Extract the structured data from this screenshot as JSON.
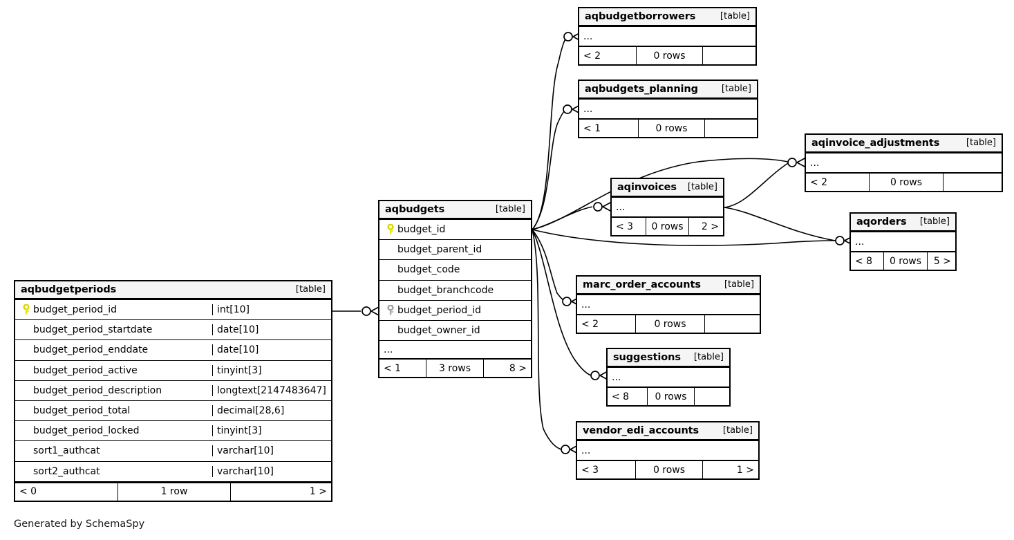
{
  "diagram": {
    "tool": "SchemaSpy",
    "credit": "Generated by SchemaSpy",
    "kind_label": "[table]",
    "ellipsis": "...",
    "colors": {
      "background": "#ffffff",
      "node_border": "#000000",
      "header_fill": "#f5f5f5",
      "primary_key": "#e8e800",
      "foreign_key": "#a0a0a0",
      "edge": "#000000"
    }
  },
  "tables": {
    "aqbudgetperiods": {
      "name": "aqbudgetperiods",
      "kind": "[table]",
      "columns": [
        {
          "key": "primary",
          "name": "budget_period_id",
          "type": "int[10]"
        },
        {
          "key": "none",
          "name": "budget_period_startdate",
          "type": "date[10]"
        },
        {
          "key": "none",
          "name": "budget_period_enddate",
          "type": "date[10]"
        },
        {
          "key": "none",
          "name": "budget_period_active",
          "type": "tinyint[3]"
        },
        {
          "key": "none",
          "name": "budget_period_description",
          "type": "longtext[2147483647]"
        },
        {
          "key": "none",
          "name": "budget_period_total",
          "type": "decimal[28,6]"
        },
        {
          "key": "none",
          "name": "budget_period_locked",
          "type": "tinyint[3]"
        },
        {
          "key": "none",
          "name": "sort1_authcat",
          "type": "varchar[10]"
        },
        {
          "key": "none",
          "name": "sort2_authcat",
          "type": "varchar[10]"
        }
      ],
      "footer": {
        "left": "< 0",
        "center": "1 row",
        "right": "1 >"
      }
    },
    "aqbudgets": {
      "name": "aqbudgets",
      "kind": "[table]",
      "columns": [
        {
          "key": "primary",
          "name": "budget_id",
          "type": ""
        },
        {
          "key": "none",
          "name": "budget_parent_id",
          "type": ""
        },
        {
          "key": "none",
          "name": "budget_code",
          "type": ""
        },
        {
          "key": "none",
          "name": "budget_branchcode",
          "type": ""
        },
        {
          "key": "foreign",
          "name": "budget_period_id",
          "type": ""
        },
        {
          "key": "none",
          "name": "budget_owner_id",
          "type": ""
        }
      ],
      "more": "...",
      "footer": {
        "left": "< 1",
        "center": "3 rows",
        "right": "8 >"
      }
    },
    "aqbudgetborrowers": {
      "name": "aqbudgetborrowers",
      "kind": "[table]",
      "more": "...",
      "footer": {
        "left": "< 2",
        "center": "0 rows",
        "right": ""
      }
    },
    "aqbudgets_planning": {
      "name": "aqbudgets_planning",
      "kind": "[table]",
      "more": "...",
      "footer": {
        "left": "< 1",
        "center": "0 rows",
        "right": ""
      }
    },
    "aqinvoice_adjustments": {
      "name": "aqinvoice_adjustments",
      "kind": "[table]",
      "more": "...",
      "footer": {
        "left": "< 2",
        "center": "0 rows",
        "right": ""
      }
    },
    "aqinvoices": {
      "name": "aqinvoices",
      "kind": "[table]",
      "more": "...",
      "footer": {
        "left": "< 3",
        "center": "0 rows",
        "right": "2 >"
      }
    },
    "aqorders": {
      "name": "aqorders",
      "kind": "[table]",
      "more": "...",
      "footer": {
        "left": "< 8",
        "center": "0 rows",
        "right": "5 >"
      }
    },
    "marc_order_accounts": {
      "name": "marc_order_accounts",
      "kind": "[table]",
      "more": "...",
      "footer": {
        "left": "< 2",
        "center": "0 rows",
        "right": ""
      }
    },
    "suggestions": {
      "name": "suggestions",
      "kind": "[table]",
      "more": "...",
      "footer": {
        "left": "< 8",
        "center": "0 rows",
        "right": ""
      }
    },
    "vendor_edi_accounts": {
      "name": "vendor_edi_accounts",
      "kind": "[table]",
      "more": "...",
      "footer": {
        "left": "< 3",
        "center": "0 rows",
        "right": "1 >"
      }
    }
  },
  "relationships": [
    {
      "from": "aqbudgetperiods",
      "to": "aqbudgets",
      "cardinality": "zero-or-many"
    },
    {
      "from": "aqbudgets",
      "to": "aqbudgetborrowers",
      "cardinality": "zero-or-many"
    },
    {
      "from": "aqbudgets",
      "to": "aqbudgets_planning",
      "cardinality": "zero-or-many"
    },
    {
      "from": "aqbudgets",
      "to": "aqinvoice_adjustments",
      "cardinality": "zero-or-many"
    },
    {
      "from": "aqbudgets",
      "to": "aqinvoices",
      "cardinality": "zero-or-many"
    },
    {
      "from": "aqbudgets",
      "to": "aqorders",
      "cardinality": "zero-or-many"
    },
    {
      "from": "aqbudgets",
      "to": "marc_order_accounts",
      "cardinality": "zero-or-many"
    },
    {
      "from": "aqbudgets",
      "to": "suggestions",
      "cardinality": "zero-or-many"
    },
    {
      "from": "aqbudgets",
      "to": "vendor_edi_accounts",
      "cardinality": "zero-or-many"
    },
    {
      "from": "aqinvoices",
      "to": "aqinvoice_adjustments",
      "cardinality": "zero-or-many"
    },
    {
      "from": "aqinvoices",
      "to": "aqorders",
      "cardinality": "zero-or-many"
    }
  ]
}
